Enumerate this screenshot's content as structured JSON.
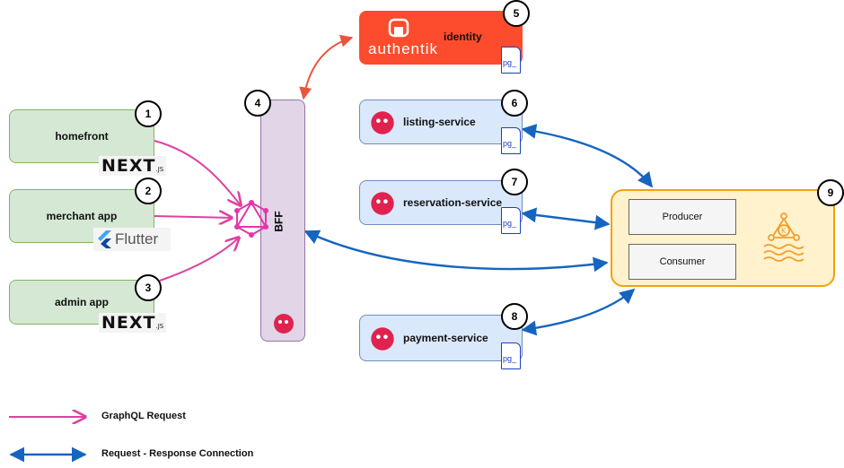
{
  "clients": [
    {
      "label": "homefront",
      "number": "1",
      "logo": "NEXT",
      "logo_suffix": ".JS"
    },
    {
      "label": "merchant app",
      "number": "2",
      "logo": "Flutter"
    },
    {
      "label": "admin app",
      "number": "3",
      "logo": "NEXT",
      "logo_suffix": ".JS"
    }
  ],
  "bff": {
    "label": "BFF",
    "number": "4"
  },
  "identity": {
    "brand": "authentik",
    "label": "identity",
    "number": "5",
    "db": "pg_"
  },
  "services": [
    {
      "label": "listing-service",
      "number": "6",
      "db": "pg_"
    },
    {
      "label": "reservation-service",
      "number": "7",
      "db": "pg_"
    },
    {
      "label": "payment-service",
      "number": "8",
      "db": "pg_"
    }
  ],
  "kafka": {
    "number": "9",
    "producer": "Producer",
    "consumer": "Consumer",
    "icon": "kafka-icon"
  },
  "legend": {
    "graphql": "GraphQL Request",
    "reqres": "Request - Response Connection"
  },
  "colors": {
    "graphql": "#e040a0",
    "reqres": "#1565c0",
    "identity_link": "#e8553d",
    "authentik": "#fd4b2d",
    "kafka_fill": "#fff2cc",
    "kafka_border": "#f0a30a"
  }
}
